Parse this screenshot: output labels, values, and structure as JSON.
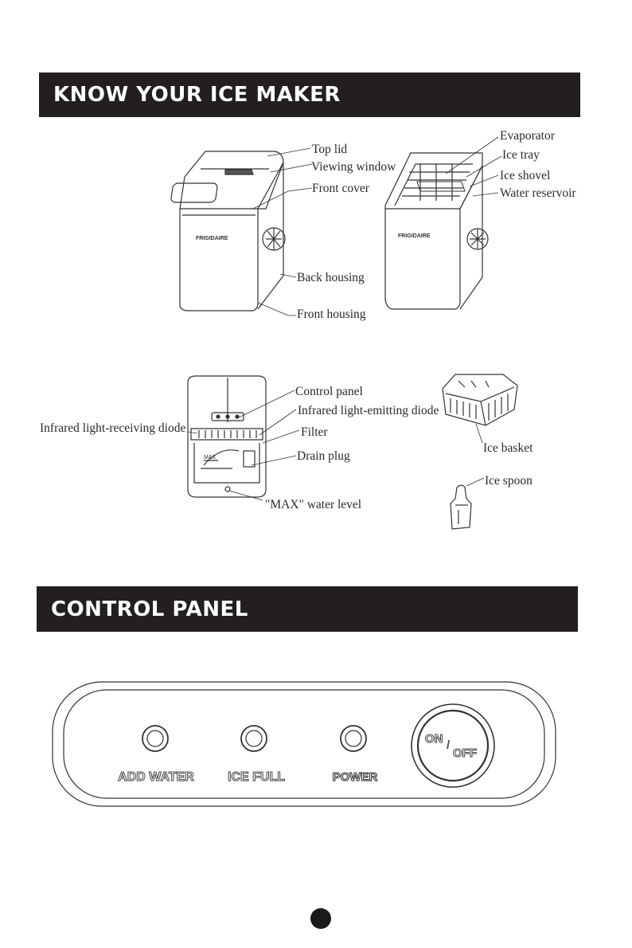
{
  "sections": {
    "know": {
      "title": "KNOW YOUR ICE MAKER"
    },
    "control": {
      "title": "CONTROL  PANEL"
    }
  },
  "brand": "FRIGIDAIRE",
  "labels": {
    "top_lid": "Top lid",
    "viewing_window": "Viewing window",
    "front_cover": "Front cover",
    "back_housing": "Back housing",
    "front_housing": "Front housing",
    "evaporator": "Evaporator",
    "ice_tray": "Ice tray",
    "ice_shovel": "Ice shovel",
    "water_reservoir": "Water reservoir",
    "control_panel": "Control panel",
    "ir_emitting": "Infrared light-emitting diode",
    "ir_receiving": "Infrared light-receiving diode",
    "filter": "Filter",
    "drain_plug": "Drain plug",
    "max_level": "\"MAX\" water level",
    "ice_basket": "Ice basket",
    "ice_spoon": "Ice spoon",
    "max_mark": "MAX"
  },
  "panel": {
    "add_water": "ADD WATER",
    "ice_full": "ICE FULL",
    "power": "POWER",
    "on": "ON",
    "slash": "/",
    "off": "OFF"
  }
}
